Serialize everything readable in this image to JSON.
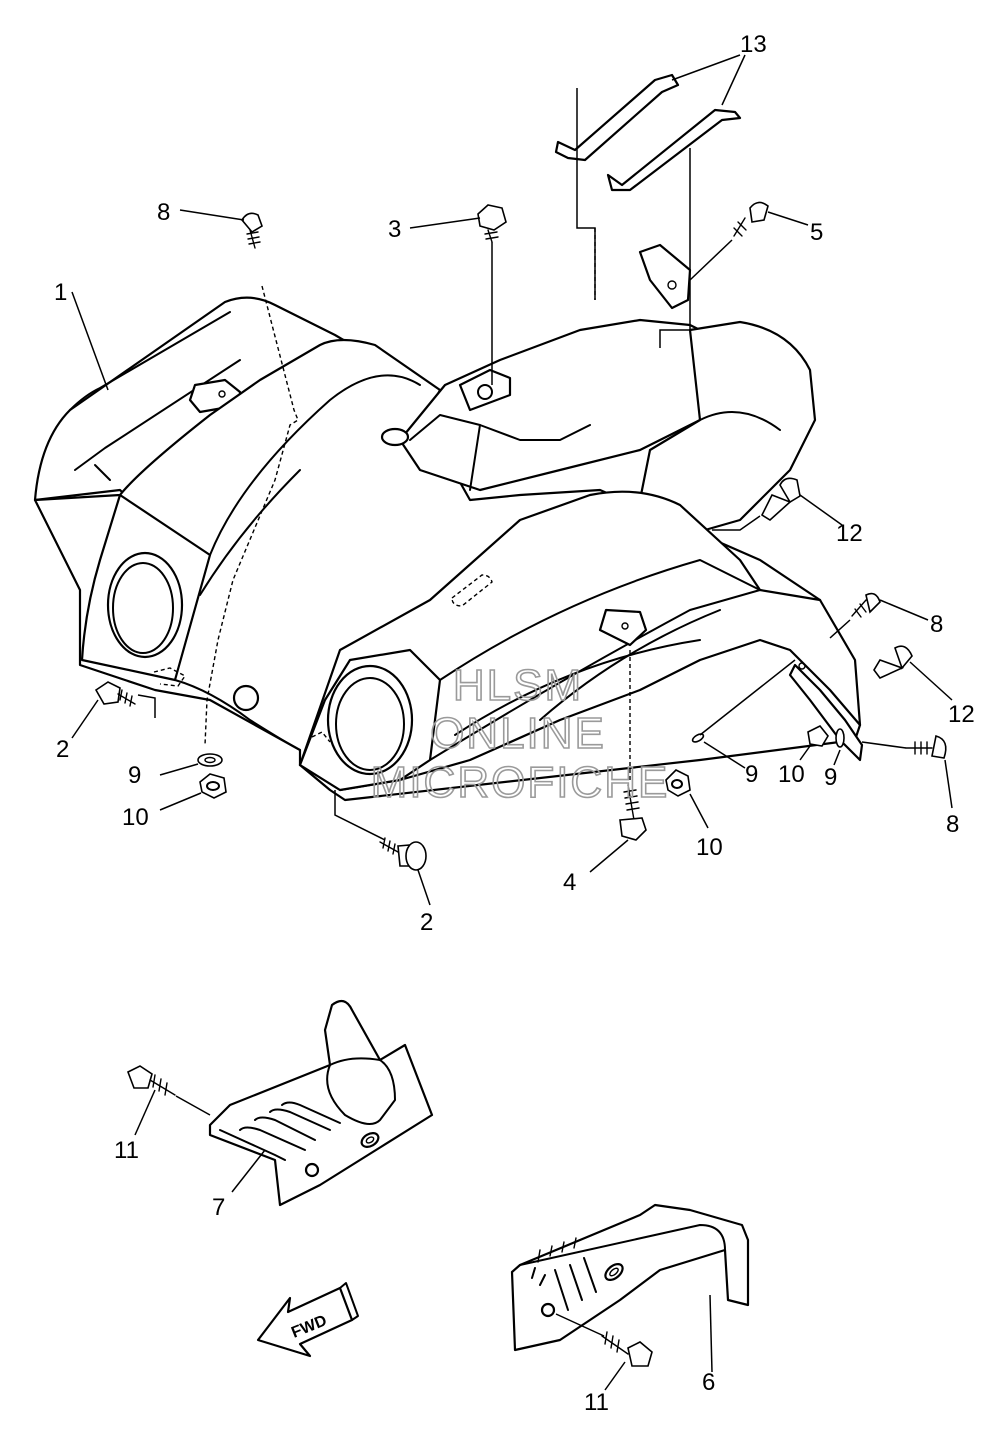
{
  "watermark": {
    "line1": "HLSM",
    "line2": "ONLINE",
    "line3": "MICROFICHE"
  },
  "direction_arrow": "FWD",
  "callouts": [
    {
      "id": "c1",
      "text": "1"
    },
    {
      "id": "c2a",
      "text": "2"
    },
    {
      "id": "c2b",
      "text": "2"
    },
    {
      "id": "c3",
      "text": "3"
    },
    {
      "id": "c4",
      "text": "4"
    },
    {
      "id": "c5",
      "text": "5"
    },
    {
      "id": "c6",
      "text": "6"
    },
    {
      "id": "c7",
      "text": "7"
    },
    {
      "id": "c8a",
      "text": "8"
    },
    {
      "id": "c8b",
      "text": "8"
    },
    {
      "id": "c8c",
      "text": "8"
    },
    {
      "id": "c9a",
      "text": "9"
    },
    {
      "id": "c9b",
      "text": "9"
    },
    {
      "id": "c9c",
      "text": "9"
    },
    {
      "id": "c10a",
      "text": "10"
    },
    {
      "id": "c10b",
      "text": "10"
    },
    {
      "id": "c10c",
      "text": "10"
    },
    {
      "id": "c11a",
      "text": "11"
    },
    {
      "id": "c11b",
      "text": "11"
    },
    {
      "id": "c12a",
      "text": "12"
    },
    {
      "id": "c12b",
      "text": "12"
    },
    {
      "id": "c13",
      "text": "13"
    }
  ]
}
